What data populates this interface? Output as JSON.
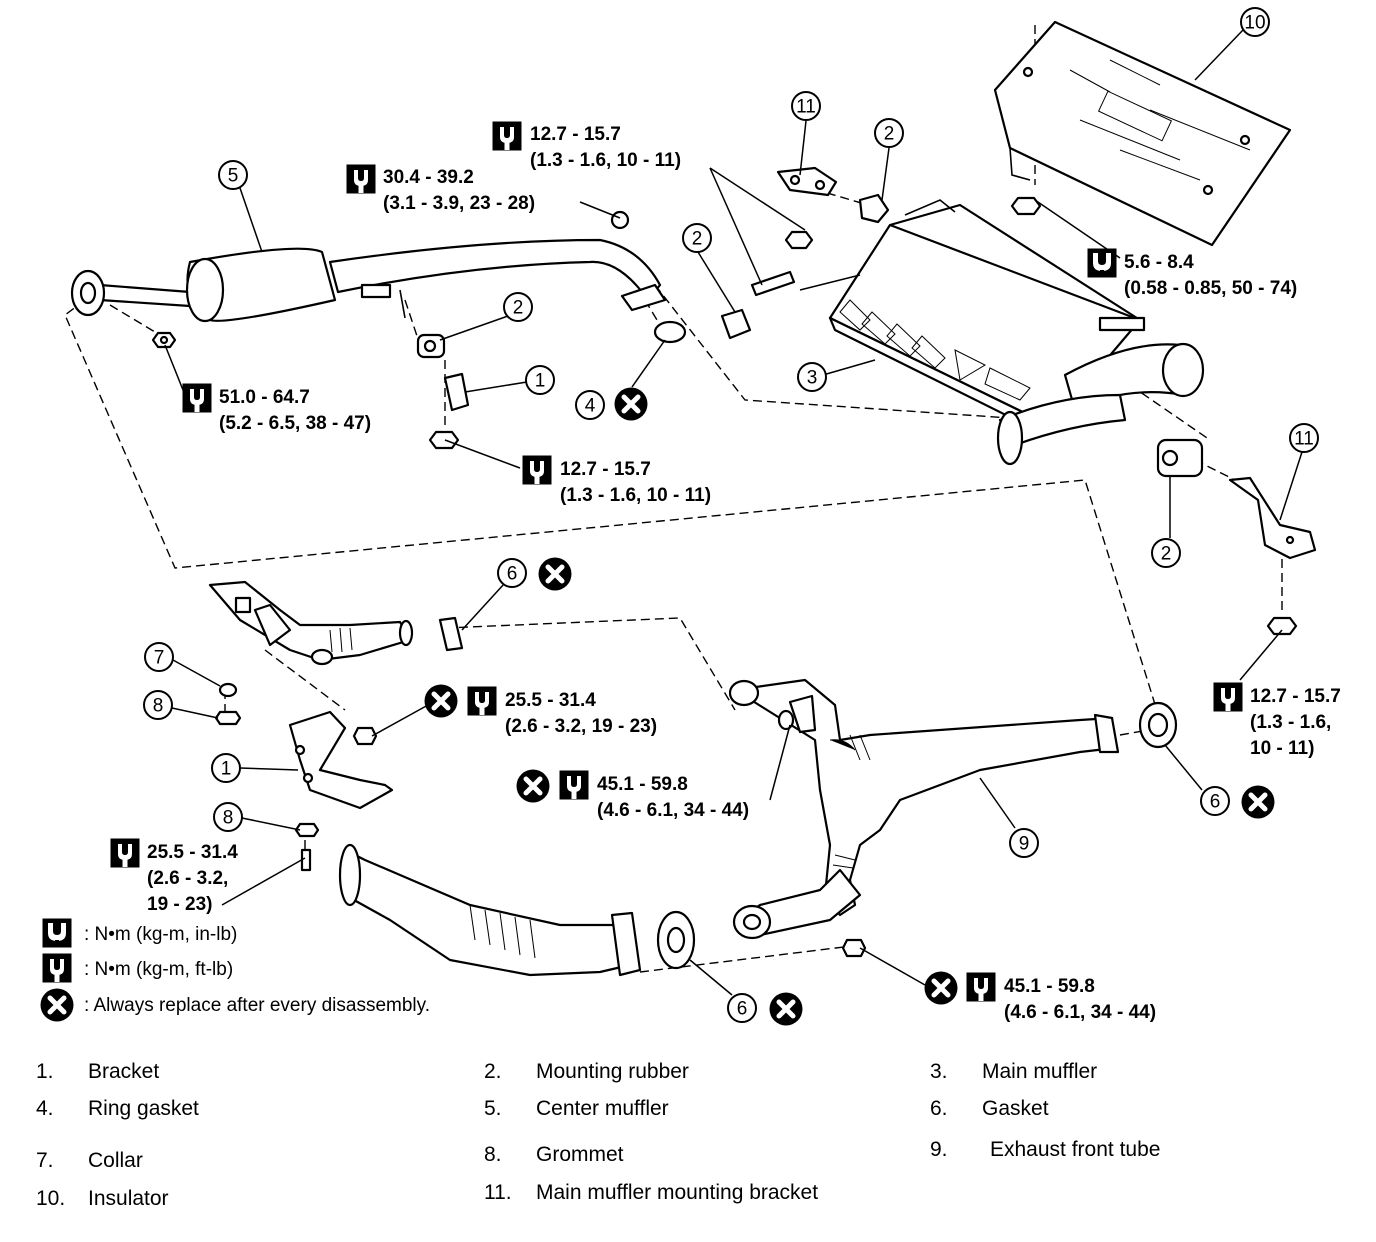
{
  "callouts": [
    {
      "id": "callout-5",
      "number": "5"
    },
    {
      "id": "callout-11-top",
      "number": "11"
    },
    {
      "id": "callout-2-top",
      "number": "2"
    },
    {
      "id": "callout-10",
      "number": "10"
    },
    {
      "id": "callout-2-mid",
      "number": "2"
    },
    {
      "id": "callout-2-left",
      "number": "2"
    },
    {
      "id": "callout-1-top",
      "number": "1"
    },
    {
      "id": "callout-4",
      "number": "4"
    },
    {
      "id": "callout-3",
      "number": "3"
    },
    {
      "id": "callout-11-right",
      "number": "11"
    },
    {
      "id": "callout-2-right",
      "number": "2"
    },
    {
      "id": "callout-6-top",
      "number": "6"
    },
    {
      "id": "callout-7",
      "number": "7"
    },
    {
      "id": "callout-8-top",
      "number": "8"
    },
    {
      "id": "callout-1-bottom",
      "number": "1"
    },
    {
      "id": "callout-8-bottom",
      "number": "8"
    },
    {
      "id": "callout-9",
      "number": "9"
    },
    {
      "id": "callout-6-right",
      "number": "6"
    },
    {
      "id": "callout-6-bottom",
      "number": "6"
    }
  ],
  "torque_specs": [
    {
      "id": "torque-top-center",
      "lines": [
        "12.7 - 15.7",
        "(1.3 - 1.6, 10 - 11)"
      ]
    },
    {
      "id": "torque-center-muffler",
      "lines": [
        "30.4 - 39.2",
        "(3.1 - 3.9, 23 - 28)"
      ]
    },
    {
      "id": "torque-insulator",
      "lines": [
        "5.6 - 8.4",
        "(0.58 - 0.85, 50 - 74)"
      ]
    },
    {
      "id": "torque-left-flange",
      "lines": [
        "51.0 - 64.7",
        "(5.2 - 6.5, 38 - 47)"
      ]
    },
    {
      "id": "torque-bracket-nut",
      "lines": [
        "12.7 - 15.7",
        "(1.3 - 1.6, 10 - 11)"
      ]
    },
    {
      "id": "torque-right-bracket",
      "lines": [
        "12.7 - 15.7",
        "(1.3 - 1.6,",
        "10 - 11)"
      ]
    },
    {
      "id": "torque-left-upper-nut",
      "lines": [
        "25.5 - 31.4",
        "(2.6 - 3.2, 19 - 23)"
      ]
    },
    {
      "id": "torque-y-pipe-nut",
      "lines": [
        "45.1 - 59.8",
        "(4.6 - 6.1, 34 - 44)"
      ]
    },
    {
      "id": "torque-left-lower-bolt",
      "lines": [
        "25.5 - 31.4",
        "(2.6 - 3.2,",
        "19 - 23)"
      ]
    },
    {
      "id": "torque-front-tube-nut",
      "lines": [
        "45.1 - 59.8",
        "(4.6 - 6.1, 34 - 44)"
      ]
    }
  ],
  "legend": {
    "in_lb": ": N•m  (kg-m, in-lb)",
    "ft_lb": ": N•m  (kg-m, ft-lb)",
    "replace": ": Always replace after every disassembly."
  },
  "parts_list": [
    {
      "number": "1.",
      "name": "Bracket"
    },
    {
      "number": "2.",
      "name": "Mounting rubber"
    },
    {
      "number": "3.",
      "name": "Main muffler"
    },
    {
      "number": "4.",
      "name": "Ring gasket"
    },
    {
      "number": "5.",
      "name": "Center muffler"
    },
    {
      "number": "6.",
      "name": "Gasket"
    },
    {
      "number": "7.",
      "name": "Collar"
    },
    {
      "number": "8.",
      "name": "Grommet"
    },
    {
      "number": "9.",
      "name": "Exhaust front tube"
    },
    {
      "number": "10.",
      "name": "Insulator"
    },
    {
      "number": "11.",
      "name": "Main muffler mounting bracket"
    }
  ]
}
